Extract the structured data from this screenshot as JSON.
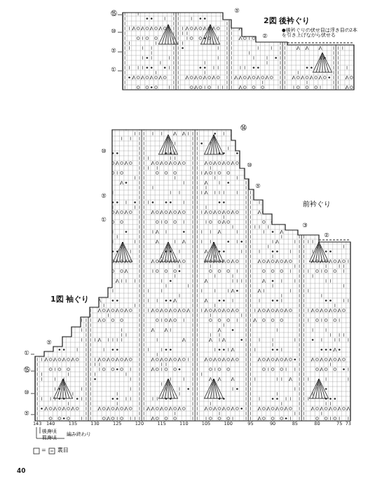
{
  "diagram": {
    "labels": [
      "2図 後衿ぐり",
      "●後衿ぐりの伏せ目は浮き目の2本を引き上げながら伏せる",
      "前衿ぐり",
      "1図 袖ぐり",
      "後身頃",
      "前身頃",
      "編み終わり",
      "=",
      "40",
      "143",
      "140",
      "135",
      "130",
      "125",
      "120",
      "115",
      "110",
      "105",
      "100",
      "95",
      "90",
      "85",
      "80",
      "75",
      "73",
      "⑮",
      "⑩",
      "⑤",
      "①",
      "⑤",
      "②",
      "⑭",
      "⑩",
      "⑤",
      "③",
      "②",
      "⑩",
      "⑤",
      "①",
      "①",
      "⑮",
      "⑩",
      "⑤",
      "⑤"
    ],
    "legend": [
      {
        "text": "裏目"
      }
    ]
  }
}
